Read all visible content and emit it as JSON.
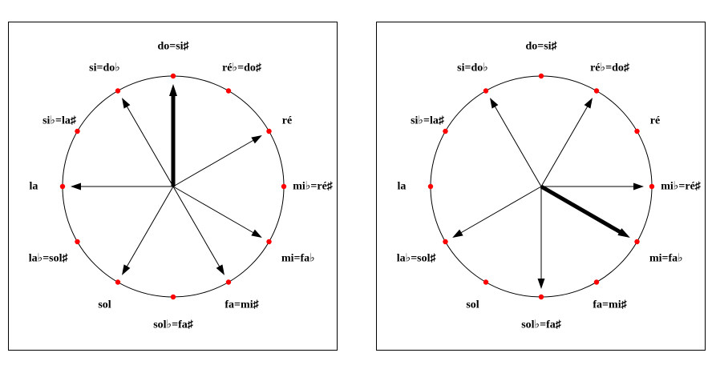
{
  "note_names": [
    "do=si♯",
    "ré♭=do♯",
    "ré",
    "mi♭=ré♯",
    "mi=fa♭",
    "fa=mi♯",
    "sol♭=fa♯",
    "sol",
    "la♭=sol♯",
    "la",
    "si♭=la♯",
    "si=do♭"
  ],
  "colors": {
    "point": "#ff0000",
    "line": "#000000",
    "frame": "#000000"
  },
  "panels": [
    {
      "id": "left",
      "arrows": [
        0,
        2,
        4,
        5,
        7,
        9,
        11
      ],
      "emphasized": 0
    },
    {
      "id": "right",
      "arrows": [
        1,
        3,
        4,
        6,
        8,
        11
      ],
      "emphasized": 4
    }
  ]
}
